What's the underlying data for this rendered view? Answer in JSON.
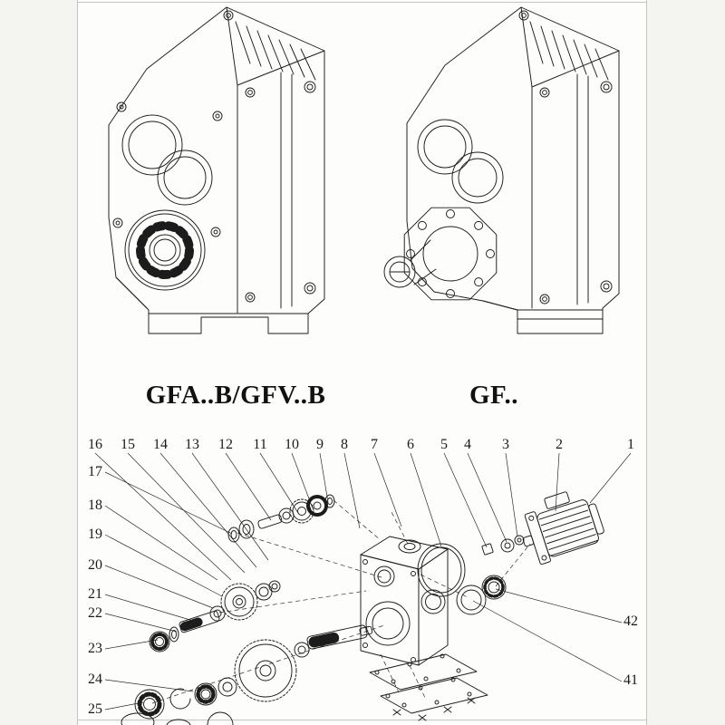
{
  "products": [
    {
      "id": "shaft-mounted-version",
      "label": "GFA..B/GFV..B"
    },
    {
      "id": "foot-mounted-version",
      "label": "GF.."
    }
  ],
  "exploded": {
    "callouts_top": [
      "16",
      "15",
      "14",
      "13",
      "12",
      "11",
      "10",
      "9",
      "8",
      "7",
      "6",
      "5",
      "4",
      "3",
      "2",
      "1"
    ],
    "callouts_left": [
      "17",
      "18",
      "19",
      "20",
      "21",
      "22",
      "23",
      "24",
      "25"
    ],
    "callouts_right": [
      "42",
      "41"
    ]
  },
  "colors": {
    "line": "#1c1c1c",
    "background": "#fdfdfb",
    "page_edge": "#c3c3c0"
  }
}
